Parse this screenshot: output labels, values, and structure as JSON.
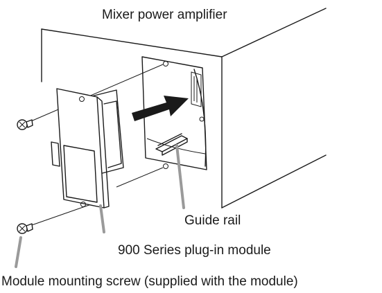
{
  "labels": {
    "title": "Mixer power amplifier",
    "guide_rail": "Guide rail",
    "module": "900 Series plug-in module",
    "screw": "Module mounting screw (supplied with the module)"
  },
  "colors": {
    "line": "#1a1a1a",
    "leader": "#9a9a9a",
    "arrow": "#1a1a1a",
    "background": "#ffffff"
  }
}
